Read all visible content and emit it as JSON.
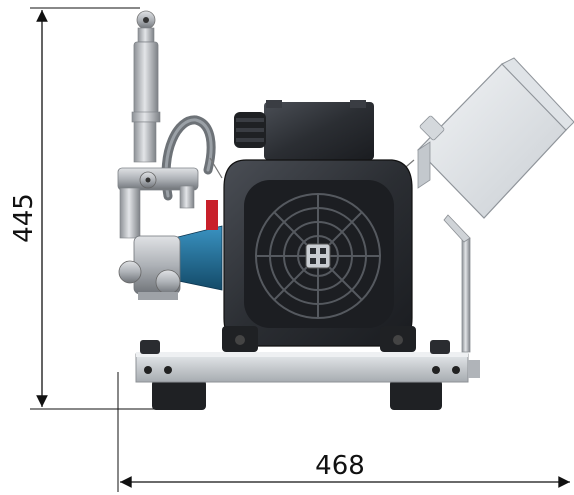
{
  "drawing": {
    "subject": "pump-motor-unit-front-view",
    "dimensions": {
      "height": {
        "value": "445"
      },
      "width": {
        "value": "468"
      }
    },
    "colors": {
      "motor_body": "#2b2e33",
      "motor_fan_grille": "#1c1e22",
      "pump_housing": "#1f6f9a",
      "stainless": "#b9bcc0",
      "base_plate": "#c8ccd0",
      "control_box": "#e6eaee",
      "red_accent": "#c8202a",
      "dimension_line": "#111111"
    }
  }
}
